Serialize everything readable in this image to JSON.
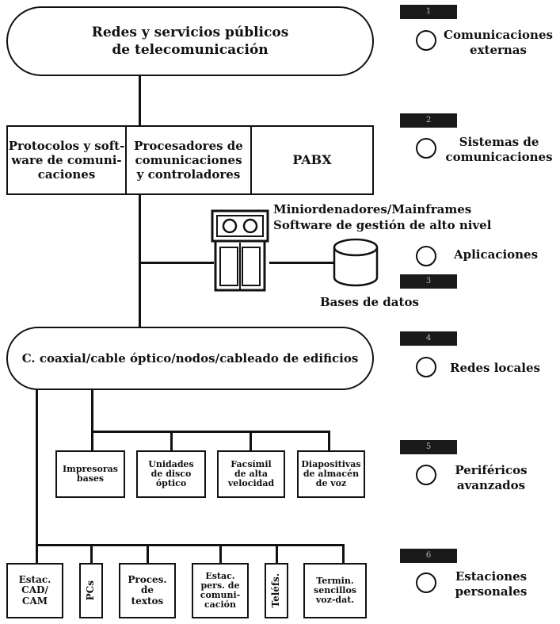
{
  "top_pill": "Redes y servicios públicos\nde telecomunicación",
  "system_row": [
    "Protocolos y soft-\nware de comuni-\ncaciones",
    "Procesadores de\ncomunicaciones\ny controladores",
    "PABX"
  ],
  "mainframe_label": "Miniordenadores/Mainframes\nSoftware de gestión de alto nivel",
  "database_label": "Bases de datos",
  "lan_pill": "C. coaxial/cable óptico/nodos/cableado de edificios",
  "peripherals": [
    "Impresoras\nbases",
    "Unidades\nde disco\nóptico",
    "Facsímil\nde alta\nvelocidad",
    "Diapositivas\nde almacén\nde voz"
  ],
  "stations": [
    "Estac.\nCAD/\nCAM",
    "PCs",
    "Proces.\nde\ntextos",
    "Estac.\npers. de\ncomuni-\ncación",
    "Teléfs.",
    "Termin.\nsencillos\nvoz-dat."
  ],
  "legend": [
    {
      "number": "1",
      "label": "Comunicaciones\nexternas"
    },
    {
      "number": "2",
      "label": "Sistemas de\ncomunicaciones"
    },
    {
      "number": "",
      "label": "Aplicaciones"
    },
    {
      "number": "3",
      "label": ""
    },
    {
      "number": "4",
      "label": "Redes locales"
    },
    {
      "number": "5",
      "label": "Periféricos\navanzados"
    },
    {
      "number": "6",
      "label": "Estaciones\npersonales"
    }
  ]
}
